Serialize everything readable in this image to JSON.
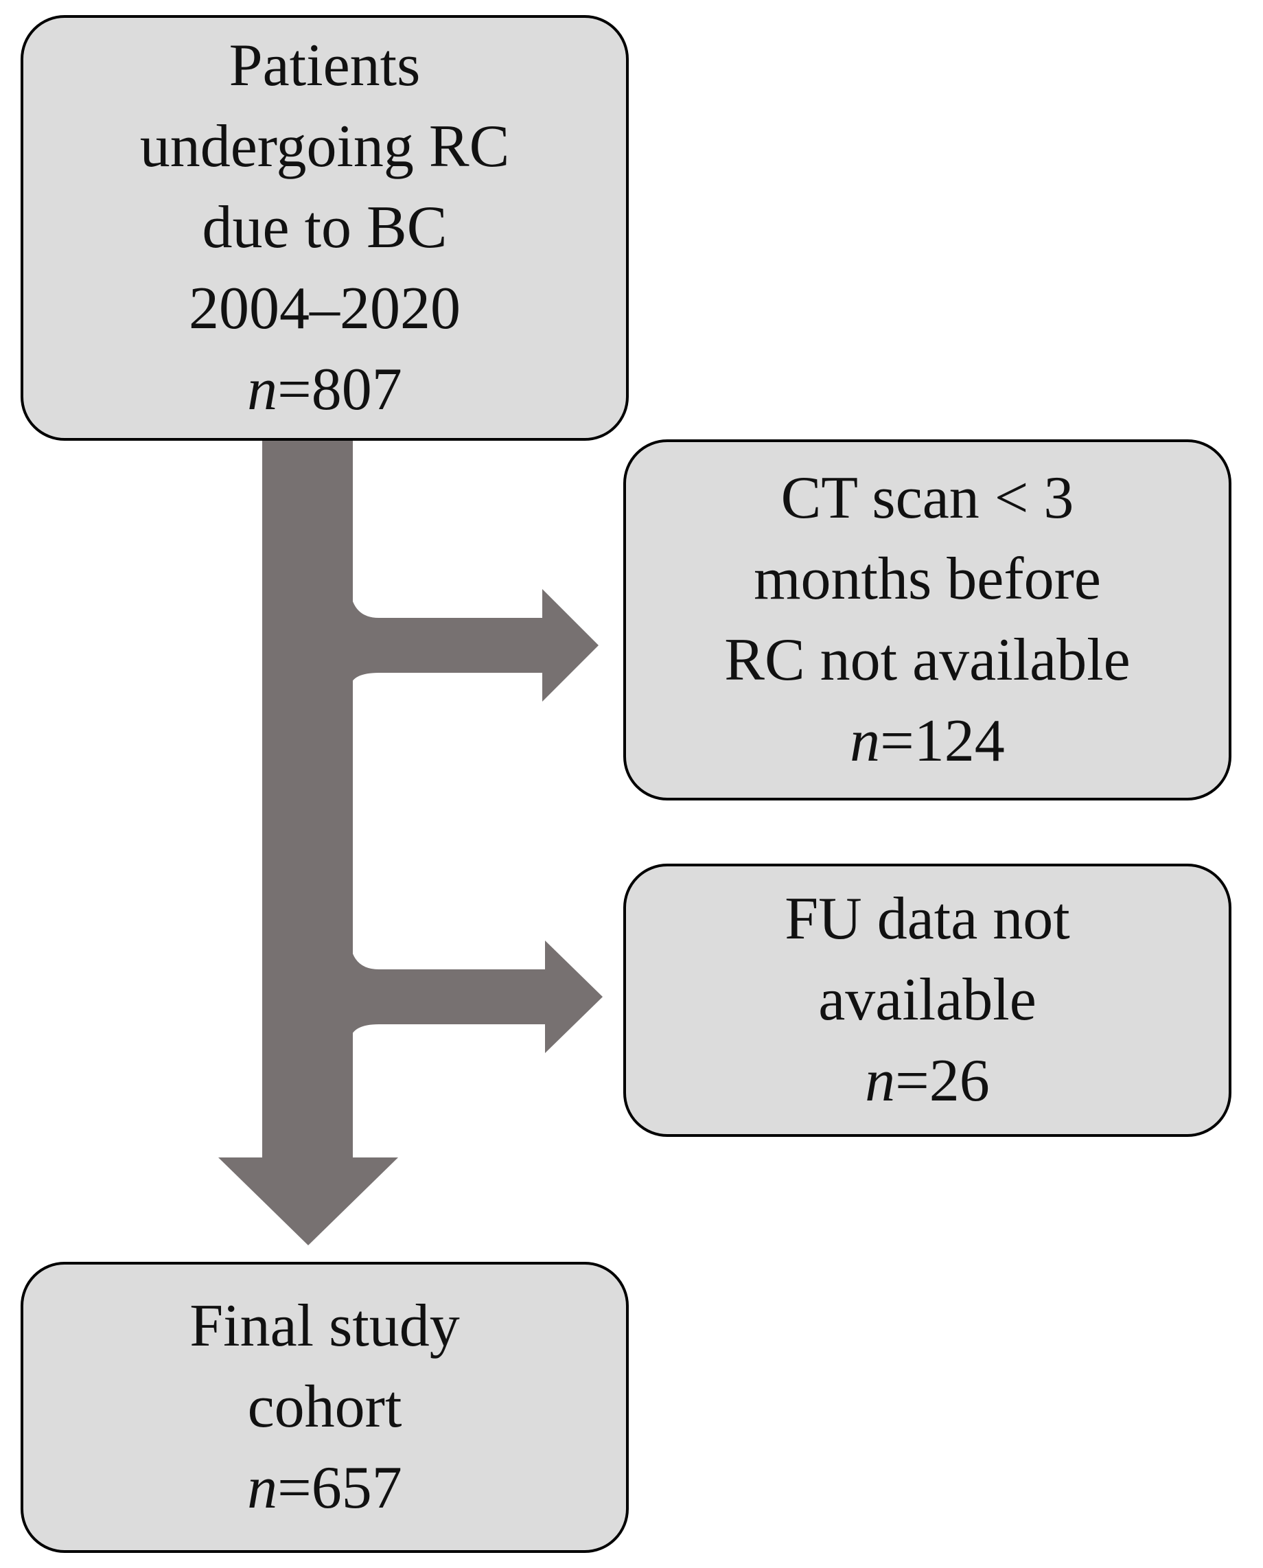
{
  "colors": {
    "box_fill": "#dcdcdc",
    "box_border": "#000000",
    "arrow_fill": "#777171",
    "text": "#111111"
  },
  "boxes": {
    "start": {
      "lines": [
        "Patients",
        "undergoing RC",
        "due to BC",
        "2004–2020"
      ],
      "n_var": "n",
      "n_value": "=807"
    },
    "ct_exclusion": {
      "lines": [
        "CT scan < 3",
        "months before",
        "RC not available"
      ],
      "n_var": "n",
      "n_value": "=124"
    },
    "fu_exclusion": {
      "lines": [
        "FU data not",
        "available"
      ],
      "n_var": "n",
      "n_value": "=26"
    },
    "final": {
      "lines": [
        "Final study",
        "cohort"
      ],
      "n_var": "n",
      "n_value": "=657"
    }
  }
}
